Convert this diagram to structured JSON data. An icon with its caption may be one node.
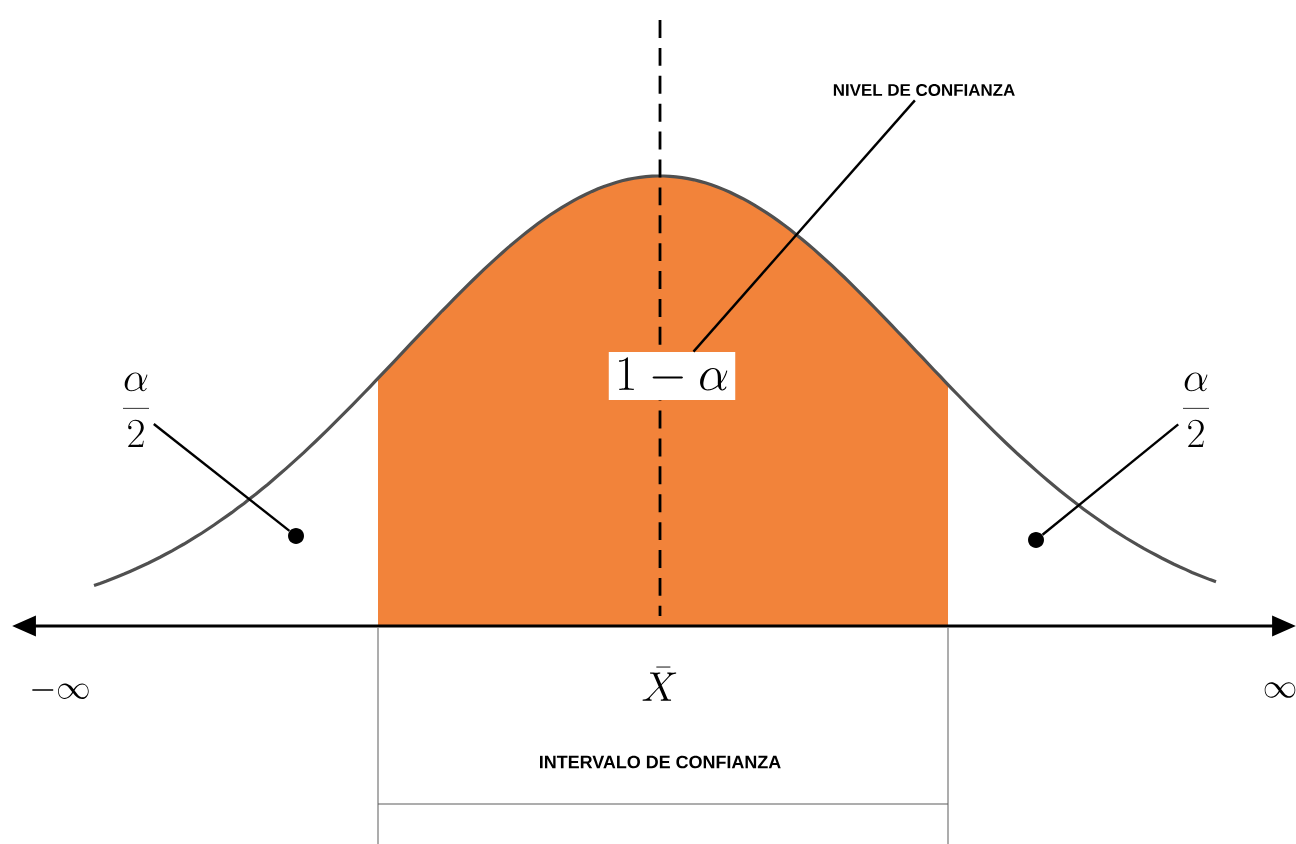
{
  "diagram": {
    "nodes": [
      {
        "text": [
          "NIVEL DE CONFIANZA"
        ]
      },
      {
        "text": [
          "1-\\alpha"
        ]
      },
      {
        "text": [
          "\\frac{\\alpha}{2}"
        ]
      },
      {
        "text": [],
        "shape": "circle"
      },
      {
        "text": [
          "\\frac{\\alpha}{2}"
        ]
      },
      {
        "text": [],
        "shape": "circle"
      }
    ],
    "edges": [
      {
        "from": 0,
        "to": 1,
        "arrow": "none"
      },
      {
        "from": 2,
        "to": 3,
        "arrow": "none"
      },
      {
        "from": 4,
        "to": 5,
        "arrow": "none"
      }
    ],
    "labels": [
      "-\\infty",
      "\\bar{X}",
      "\\infty",
      "INTERVALO DE CONFIANZA"
    ]
  }
}
